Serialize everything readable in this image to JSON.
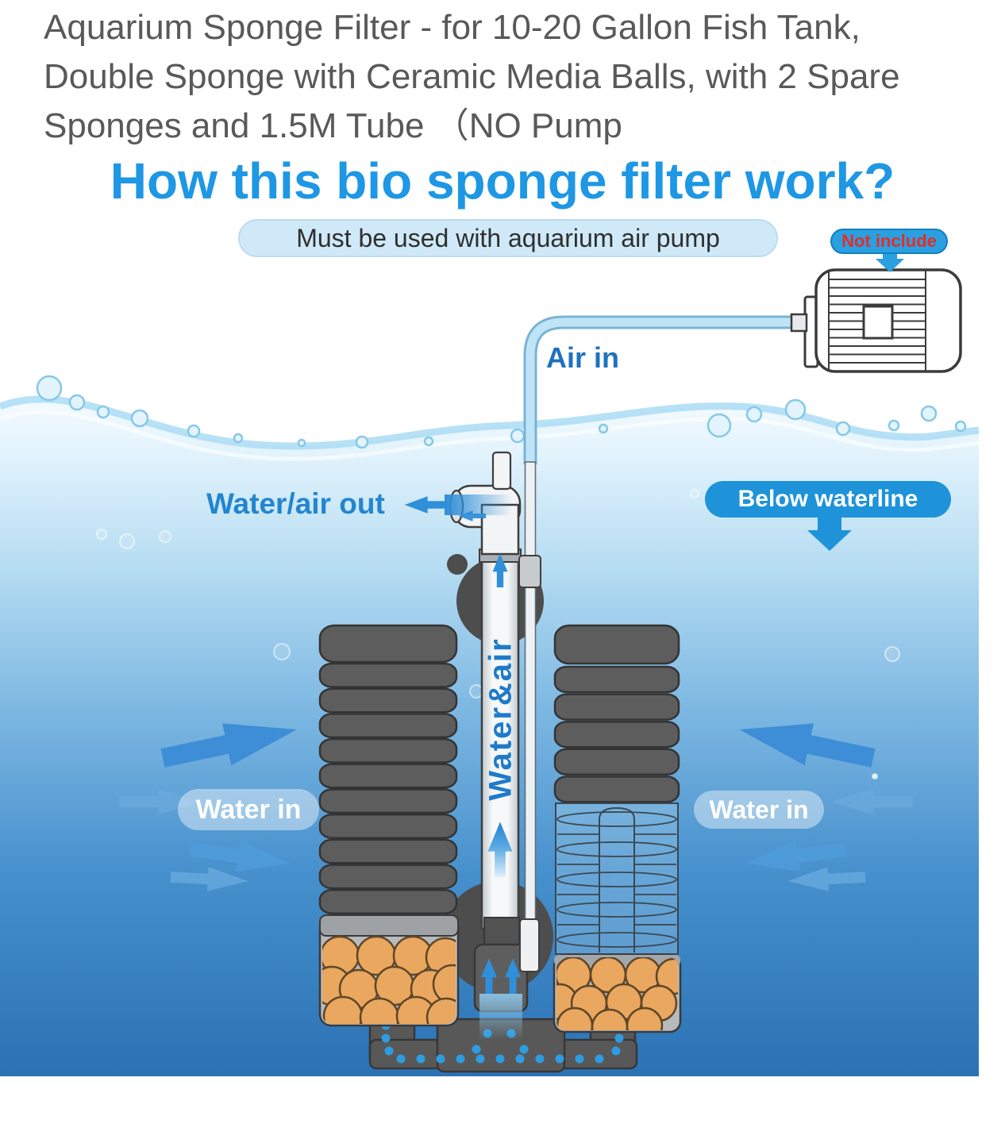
{
  "product": {
    "title_lines": [
      "Aquarium Sponge Filter - for 10-20 Gallon Fish Tank,",
      "Double Sponge with Ceramic Media Balls, with 2 Spare",
      "Sponges and 1.5M Tube （NO Pump"
    ]
  },
  "diagram": {
    "heading": "How this bio sponge filter work?",
    "note_pill": "Must be used with aquarium air pump",
    "not_include_label": "Not include",
    "air_in_label": "Air in",
    "water_air_out_label": "Water/air out",
    "below_waterline_label": "Below waterline",
    "tube_label": "Water&air",
    "water_in_left_label": "Water in",
    "water_in_right_label": "Water in",
    "colors": {
      "heading_blue": "#1e97e4",
      "label_blue": "#1f72c0",
      "note_pill_bg": "#cfe9f8",
      "badge_blue": "#2aa0e1",
      "badge_text_red": "#e02f2a",
      "water_deep_blue": "#2b72b4",
      "sponge_gray": "#5d5d5d",
      "ceramic_ball_orange": "#e9a75f",
      "flow_arrow_blue": "#2f8fd9"
    }
  }
}
